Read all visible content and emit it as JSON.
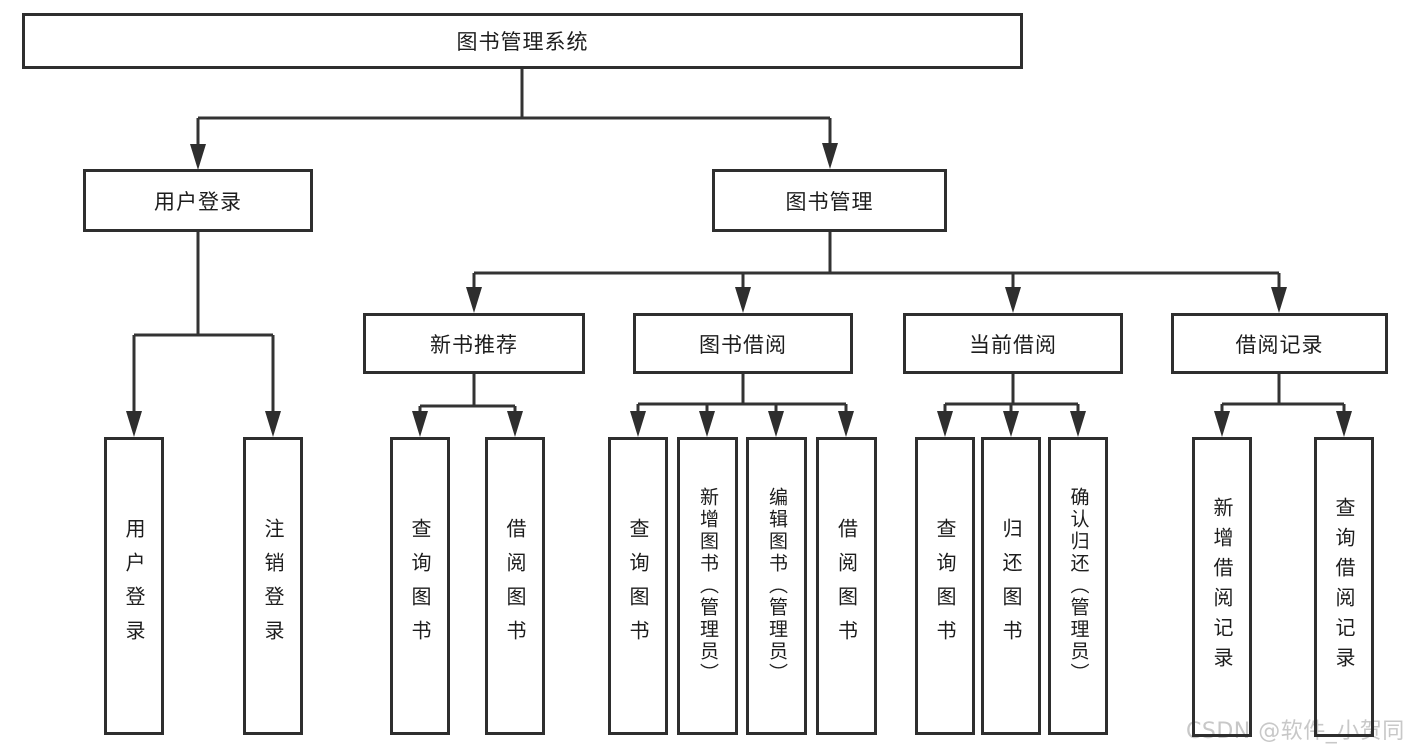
{
  "diagram": {
    "root": {
      "label": "图书管理系统"
    },
    "level2": [
      {
        "label": "用户登录"
      },
      {
        "label": "图书管理"
      }
    ],
    "level3": [
      {
        "label": "新书推荐"
      },
      {
        "label": "图书借阅"
      },
      {
        "label": "当前借阅"
      },
      {
        "label": "借阅记录"
      }
    ],
    "level4": [
      {
        "label": "用户登录"
      },
      {
        "label": "注销登录"
      },
      {
        "label": "查询图书"
      },
      {
        "label": "借阅图书"
      },
      {
        "label": "查询图书"
      },
      {
        "label": "新增图书（管理员）"
      },
      {
        "label": "编辑图书（管理员）"
      },
      {
        "label": "借阅图书"
      },
      {
        "label": "查询图书"
      },
      {
        "label": "归还图书"
      },
      {
        "label": "确认归还（管理员）"
      },
      {
        "label": "新增借阅记录"
      },
      {
        "label": "查询借阅记录"
      }
    ]
  },
  "watermark": {
    "text": "CSDN @软件_小贺同学"
  },
  "colors": {
    "line": "#333333",
    "box_border": "#2e2e2e",
    "box_fill": "#ffffff",
    "text": "#1d1d1d",
    "watermark_text": "#c8c8c8"
  }
}
